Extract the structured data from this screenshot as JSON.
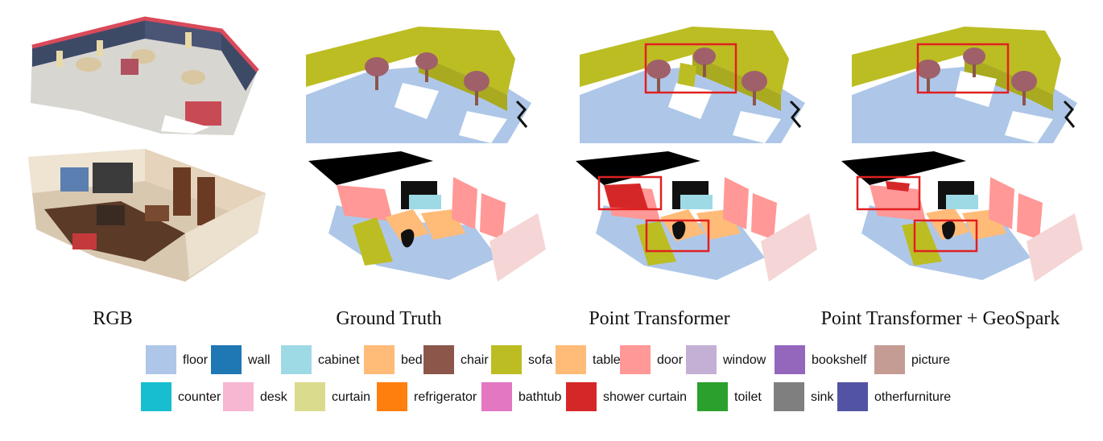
{
  "captions": [
    "RGB",
    "Ground Truth",
    "Point Transformer",
    "Point Transformer + GeoSpark"
  ],
  "legend": {
    "row1": [
      {
        "label": "floor",
        "color": "#aec7e8"
      },
      {
        "label": "wall",
        "color": "#1f77b4"
      },
      {
        "label": "cabinet",
        "color": "#9edae5"
      },
      {
        "label": "bed",
        "color": "#ffbb78"
      },
      {
        "label": "chair",
        "color": "#8c564b"
      },
      {
        "label": "sofa",
        "color": "#bcbd22"
      },
      {
        "label": "table",
        "color": "#ffbb78"
      },
      {
        "label": "door",
        "color": "#ff9896"
      },
      {
        "label": "window",
        "color": "#c5b0d5"
      },
      {
        "label": "bookshelf",
        "color": "#9467bd"
      },
      {
        "label": "picture",
        "color": "#c49c94"
      }
    ],
    "row2": [
      {
        "label": "counter",
        "color": "#17becf"
      },
      {
        "label": "desk",
        "color": "#f7b6d2"
      },
      {
        "label": "curtain",
        "color": "#dbdb8d"
      },
      {
        "label": "refrigerator",
        "color": "#ff7f0e"
      },
      {
        "label": "bathtub",
        "color": "#e377c2"
      },
      {
        "label": "shower curtain",
        "color": "#d62728"
      },
      {
        "label": "toilet",
        "color": "#2ca02c"
      },
      {
        "label": "sink",
        "color": "#7f7f7f"
      },
      {
        "label": "otherfurniture",
        "color": "#5254a3"
      }
    ]
  },
  "highlight_color": "#e02020"
}
